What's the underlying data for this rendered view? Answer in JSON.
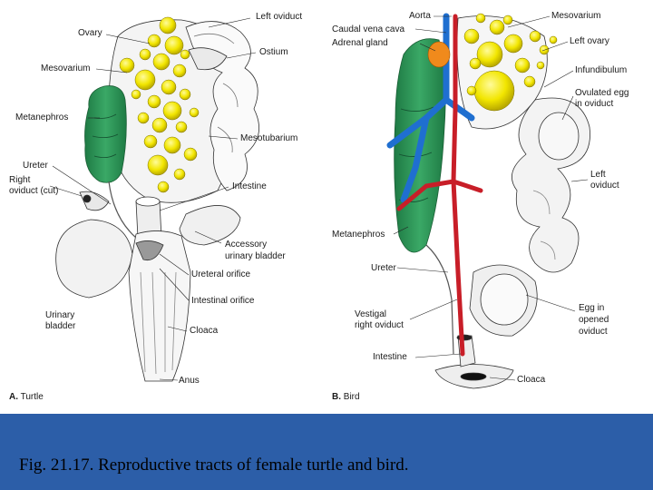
{
  "panel_a": {
    "letter": "A.",
    "title": "Turtle",
    "labels": {
      "left_oviduct": "Left oviduct",
      "ovary": "Ovary",
      "ostium": "Ostium",
      "mesovarium": "Mesovarium",
      "metanephros": "Metanephros",
      "mesotubarium": "Mesotubarium",
      "ureter": "Ureter",
      "right_oviduct": "Right",
      "right_oviduct_2": "oviduct (cut)",
      "intestine": "Intestine",
      "accessory_bladder": "Accessory",
      "accessory_bladder_2": "urinary bladder",
      "ureteral_orifice": "Ureteral orifice",
      "intestinal_orifice": "Intestinal orifice",
      "urinary_bladder": "Urinary",
      "urinary_bladder_2": "bladder",
      "cloaca": "Cloaca",
      "anus": "Anus"
    }
  },
  "panel_b": {
    "letter": "B.",
    "title": "Bird",
    "labels": {
      "aorta": "Aorta",
      "caudal_vena_cava": "Caudal vena cava",
      "adrenal_gland": "Adrenal gland",
      "mesovarium": "Mesovarium",
      "left_ovary": "Left ovary",
      "infundibulum": "Infundibulum",
      "ovulated_egg": "Ovulated egg",
      "ovulated_egg_2": "in oviduct",
      "left_oviduct": "Left",
      "left_oviduct_2": "oviduct",
      "metanephros": "Metanephros",
      "ureter": "Ureter",
      "vestigial": "Vestigal",
      "vestigial_2": "right oviduct",
      "egg_in_oviduct": "Egg in",
      "egg_in_oviduct_2": "opened",
      "egg_in_oviduct_3": "oviduct",
      "intestine": "Intestine",
      "cloaca": "Cloaca"
    }
  },
  "caption": "Fig. 21.17. Reproductive tracts of female turtle and bird.",
  "colors": {
    "yolk": "#f2e600",
    "kidney": "#2e9a5a",
    "vein": "#1f6fd0",
    "artery": "#c81e28",
    "adrenal": "#f08a1c",
    "caption_bar": "#2c5ea8"
  }
}
